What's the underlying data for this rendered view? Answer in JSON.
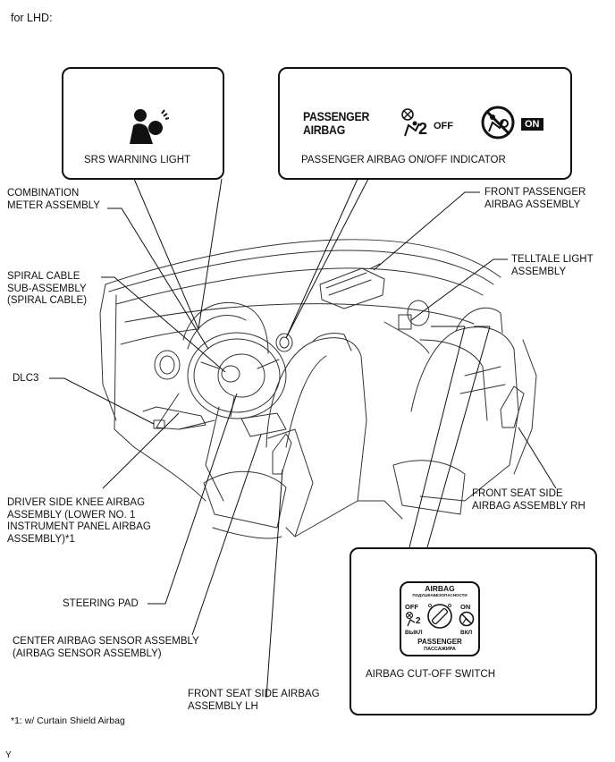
{
  "header": {
    "title": "for LHD:"
  },
  "boxes": {
    "srs": {
      "caption": "SRS WARNING LIGHT"
    },
    "indicator": {
      "caption": "PASSENGER AIRBAG ON/OFF INDICATOR",
      "airbag_word_1": "PASSENGER",
      "airbag_word_2": "AIRBAG",
      "off_text": "OFF",
      "on_text": "ON",
      "small_num": "2"
    },
    "cutoff": {
      "caption": "AIRBAG CUT-OFF SWITCH",
      "dial_top": "AIRBAG",
      "dial_top_ru": "ПОДУШКАБЕЗОПАСНОСТИ",
      "off": "OFF",
      "on": "ON",
      "vykl": "ВЫКЛ",
      "vkl": "ВКЛ",
      "bottom": "PASSENGER",
      "bottom_ru": "ПАССАЖИРА",
      "small_num": "2"
    }
  },
  "labels": {
    "combination_meter": "COMBINATION\nMETER ASSEMBLY",
    "spiral_cable": "SPIRAL CABLE\nSUB-ASSEMBLY\n(SPIRAL CABLE)",
    "dlc3": "DLC3",
    "knee_airbag": "DRIVER SIDE KNEE AIRBAG\nASSEMBLY (LOWER NO. 1\nINSTRUMENT PANEL AIRBAG\nASSEMBLY)*1",
    "steering_pad": "STEERING PAD",
    "center_sensor": "CENTER AIRBAG SENSOR ASSEMBLY\n(AIRBAG SENSOR ASSEMBLY)",
    "seat_side_lh": "FRONT SEAT SIDE AIRBAG\nASSEMBLY LH",
    "front_passenger": "FRONT PASSENGER\nAIRBAG ASSEMBLY",
    "telltale": "TELLTALE LIGHT\nASSEMBLY",
    "seat_side_rh": "FRONT SEAT SIDE\nAIRBAG ASSEMBLY RH"
  },
  "footer": {
    "note": "*1: w/ Curtain Shield Airbag",
    "code": "Y"
  }
}
